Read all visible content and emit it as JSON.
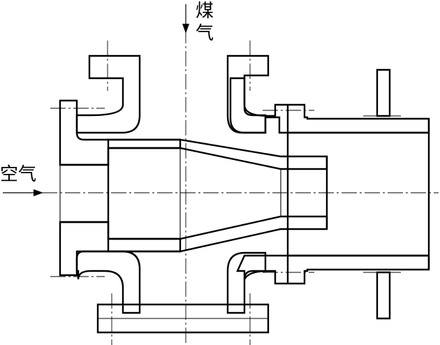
{
  "labels": {
    "gas_inlet": [
      "煤",
      "气"
    ],
    "air_inlet": "空气"
  },
  "colors": {
    "ink": "#000000",
    "background": "#ffffff"
  }
}
